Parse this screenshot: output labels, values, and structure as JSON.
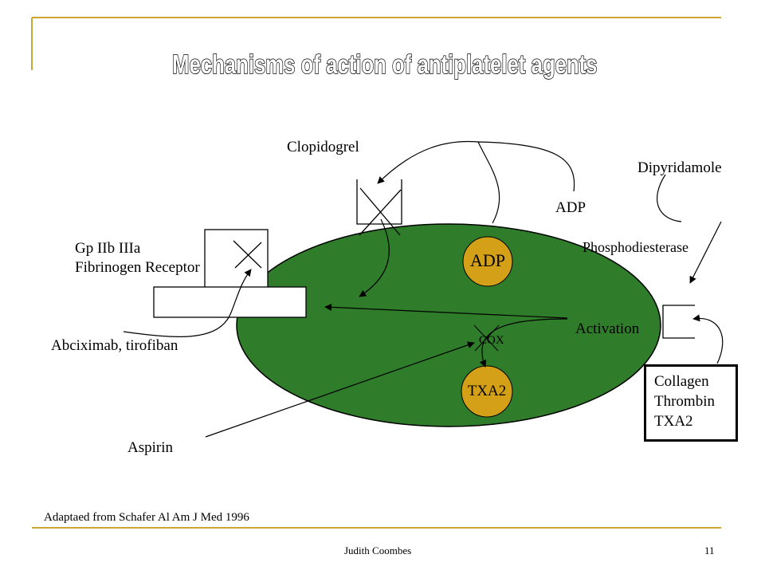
{
  "slide": {
    "title": "Mechanisms of action of antiplatelet agents",
    "labels": {
      "clopidogrel": "Clopidogrel",
      "dipyridamole": "Dipyridamole",
      "adp_top": "ADP",
      "phosphodiesterase": "Phosphodiesterase",
      "gp_line1": "Gp IIb IIIa",
      "gp_line2": "Fibrinogen Receptor",
      "abciximab": "Abciximab, tirofiban",
      "activation": "Activation",
      "cox": "COX",
      "aspirin": "Aspirin"
    },
    "circles": {
      "adp": "ADP",
      "txa2": "TXA2"
    },
    "agonists": [
      "Collagen",
      "Thrombin",
      "TXA2"
    ],
    "footnote": "Adaptaed from Schafer Al  Am J Med 1996",
    "footer_author": "Judith Coombes",
    "page_number": "11",
    "colors": {
      "platelet": "#2f7d2a",
      "circle_fill": "#d4a017",
      "frame": "#c8a832"
    }
  }
}
